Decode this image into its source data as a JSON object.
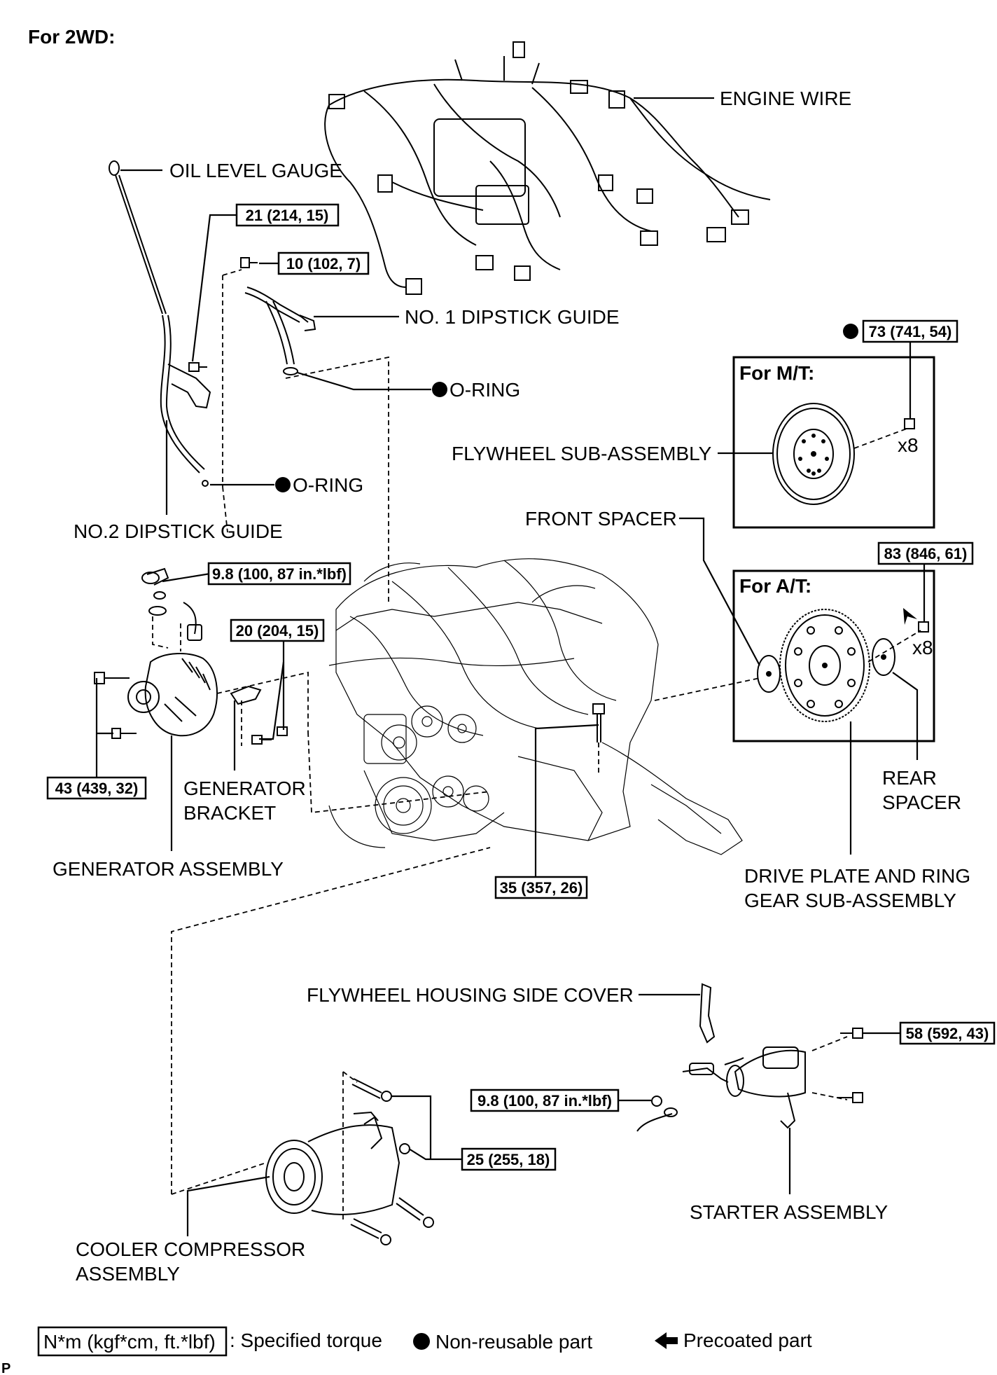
{
  "header": {
    "title": "For 2WD:"
  },
  "labels": {
    "engine_wire": "ENGINE WIRE",
    "oil_level_gauge": "OIL LEVEL GAUGE",
    "no1_dipstick_guide": "NO. 1 DIPSTICK GUIDE",
    "o_ring_upper": "O-RING",
    "o_ring_lower": "O-RING",
    "no2_dipstick_guide": "NO.2 DIPSTICK GUIDE",
    "flywheel_sub_assembly": "FLYWHEEL SUB-ASSEMBLY",
    "front_spacer": "FRONT SPACER",
    "rear_spacer_1": "REAR",
    "rear_spacer_2": "SPACER",
    "generator_bracket_1": "GENERATOR",
    "generator_bracket_2": "BRACKET",
    "generator_assembly": "GENERATOR ASSEMBLY",
    "drive_plate_1": "DRIVE PLATE AND RING",
    "drive_plate_2": "GEAR SUB-ASSEMBLY",
    "flywheel_housing_side_cover": "FLYWHEEL HOUSING SIDE COVER",
    "starter_assembly": "STARTER ASSEMBLY",
    "cooler_compressor_1": "COOLER COMPRESSOR",
    "cooler_compressor_2": "ASSEMBLY",
    "for_mt": "For M/T:",
    "for_at": "For A/T:",
    "x8_mt": "x8",
    "x8_at": "x8",
    "corner_mark": "P"
  },
  "torques": {
    "t_21": "21 (214, 15)",
    "t_10": "10 (102, 7)",
    "t_73": "73 (741, 54)",
    "t_83": "83 (846, 61)",
    "t_98_gen": "9.8 (100, 87 in.*lbf)",
    "t_20": "20 (204, 15)",
    "t_43": "43 (439, 32)",
    "t_35": "35 (357, 26)",
    "t_58": "58 (592, 43)",
    "t_98_starter": "9.8 (100, 87 in.*lbf)",
    "t_25": "25 (255, 18)"
  },
  "legend": {
    "torque_box": "N*m (kgf*cm, ft.*lbf)",
    "torque_text": ": Specified torque",
    "nonreusable_text": "Non-reusable part",
    "precoated_text": "Precoated part"
  }
}
